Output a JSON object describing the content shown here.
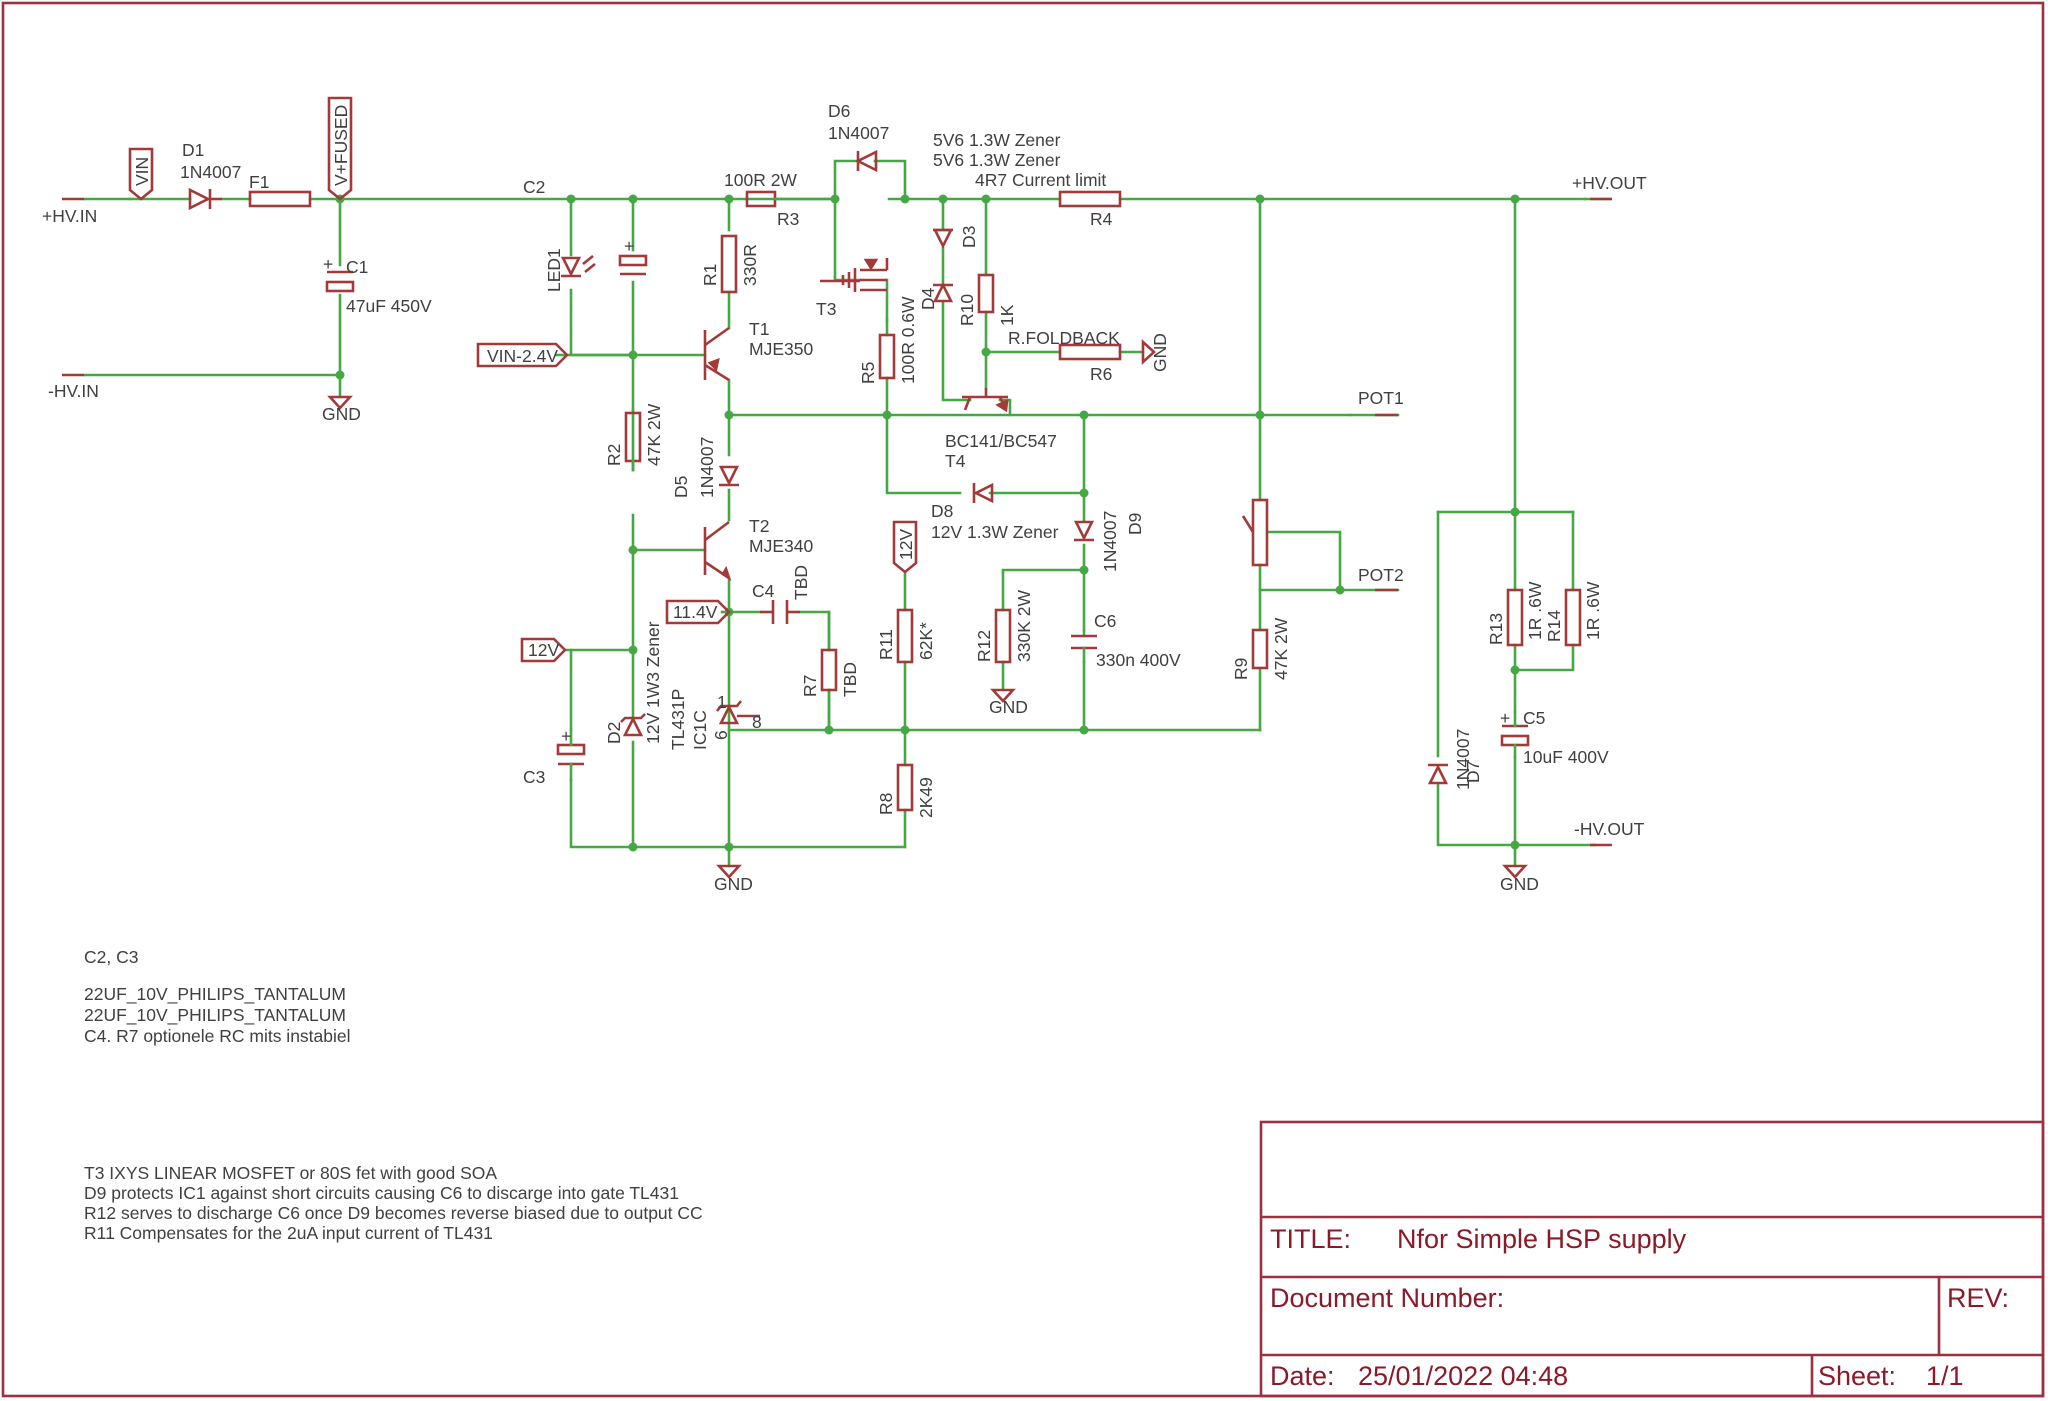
{
  "colors": {
    "wire": "#45a845",
    "component": "#a33a3a",
    "text": "#404040",
    "frame": "#9a3040"
  },
  "ports": {
    "hv_in_pos": "+HV.IN",
    "hv_in_neg": "-HV.IN",
    "hv_out_pos": "+HV.OUT",
    "hv_out_neg": "-HV.OUT",
    "pot1": "POT1",
    "pot2": "POT2",
    "vin_flag": "VIN",
    "vfused_flag": "V+FUSED",
    "vin24_flag": "VIN-2.4V",
    "v114_flag": "11.4V",
    "v12_flag_a": "12V",
    "v12_flag_b": "12V",
    "gnd": "GND"
  },
  "parts": {
    "d1_name": "D1",
    "d1_value": "1N4007",
    "f1_name": "F1",
    "c1_name": "C1",
    "c1_value": "47uF 450V",
    "c2_name": "C2",
    "led1_name": "LED1",
    "r3_value": "100R 2W",
    "r3_name": "R3",
    "d6_name": "D6",
    "d6_value": "1N4007",
    "zener_a": "5V6 1.3W Zener",
    "zener_b": "5V6 1.3W Zener",
    "r4_value": "4R7 Current limit",
    "r4_name": "R4",
    "r1_name": "R1",
    "r1_value": "330R",
    "t1_name": "T1",
    "t1_value": "MJE350",
    "t3_name": "T3",
    "r5_name": "R5",
    "r5_value": "100R 0.6W",
    "d3_name": "D3",
    "d4_name": "D4",
    "r10_name": "R10",
    "r10_value": "1K",
    "r6_value": "R.FOLDBACK",
    "r6_name": "R6",
    "r2_name": "R2",
    "r2_value": "47K 2W",
    "d5_name": "D5",
    "d5_value": "1N4007",
    "t4_value": "BC141/BC547",
    "t4_name": "T4",
    "t2_name": "T2",
    "t2_value": "MJE340",
    "d8_name": "D8",
    "d8_value": "12V 1.3W Zener",
    "d9_name": "D9",
    "d9_value": "1N4007",
    "c4_name": "C4",
    "c4_value": "TBD",
    "r7_name": "R7",
    "r7_value": "TBD",
    "r11_name": "R11",
    "r11_value": "62K*",
    "r12_name": "R12",
    "r12_value": "330K 2W",
    "c6_name": "C6",
    "c6_value": "330n 400V",
    "r9_name": "R9",
    "r9_value": "47K 2W",
    "d2_name": "D2",
    "d2_value": "12V 1W3 Zener",
    "ic1_name": "IC1C",
    "ic1_value": "TL431P",
    "ic1_pin_a": "1",
    "ic1_pin_b": "6",
    "ic1_pin_c": "8",
    "c3_name": "C3",
    "r8_name": "R8",
    "r8_value": "2K49",
    "r13_name": "R13",
    "r13_value": "1R .6W",
    "r14_name": "R14",
    "r14_value": "1R .6W",
    "c5_name": "C5",
    "c5_value": "10uF 400V",
    "d7_name": "D7",
    "d7_value": "1N4007"
  },
  "notes": {
    "n1": "C2, C3",
    "n2": "22UF_10V_PHILIPS_TANTALUM",
    "n3": "22UF_10V_PHILIPS_TANTALUM",
    "n4": "C4. R7 optionele RC mits instabiel",
    "n5": "T3 IXYS LINEAR MOSFET or 80S fet with good SOA",
    "n6": "D9 protects IC1 against short circuits causing C6 to discarge into gate TL431",
    "n7": "R12 serves to discharge C6 once D9 becomes reverse biased due to output CC",
    "n8": "R11 Compensates for the 2uA input current of TL431"
  },
  "title_block": {
    "title_label": "TITLE:",
    "title": "Nfor Simple HSP supply",
    "docnum_label": "Document Number:",
    "rev_label": "REV:",
    "date_label": "Date:",
    "date": "25/01/2022 04:48",
    "sheet_label": "Sheet:",
    "sheet": "1/1"
  }
}
